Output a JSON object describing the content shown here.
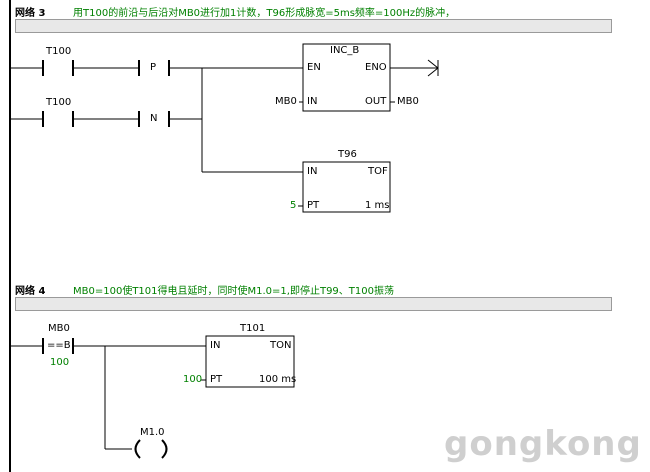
{
  "network3": {
    "label": "网络 3",
    "comment": "用T100的前沿与后沿对MB0进行加1计数，T96形成脉宽=5ms频率=100Hz的脉冲，",
    "contact1": "T100",
    "contact2": "T100",
    "edge_p": "P",
    "edge_n": "N",
    "inc_title": "INC_B",
    "inc_en": "EN",
    "inc_eno": "ENO",
    "inc_in": "IN",
    "inc_out": "OUT",
    "inc_in_var": "MB0",
    "inc_out_var": "MB0",
    "timer_name": "T96",
    "timer_in": "IN",
    "timer_type": "TOF",
    "timer_pt": "PT",
    "timer_pt_val": "5",
    "timer_unit": "1 ms"
  },
  "network4": {
    "label": "网络 4",
    "comment": "MB0=100使T101得电且延时，同时使M1.0=1,即停止T99、T100振荡",
    "compare_var": "MB0",
    "compare_op": "==B",
    "compare_val": "100",
    "timer_name": "T101",
    "timer_in": "IN",
    "timer_type": "TON",
    "timer_pt": "PT",
    "timer_pt_val": "100",
    "timer_unit": "100 ms",
    "coil_var": "M1.0",
    "coil_symbol": "( )"
  },
  "watermark": "gongkong",
  "colors": {
    "comment_text": "#008000",
    "wire": "#000000",
    "comment_bar": "#e8e8e8"
  }
}
